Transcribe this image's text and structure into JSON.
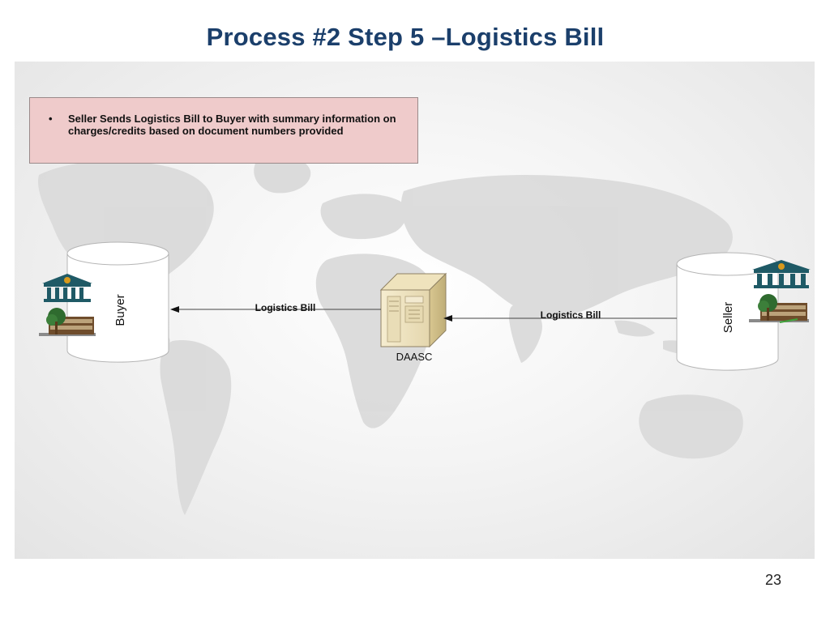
{
  "slide": {
    "title": "Process #2  Step 5 –Logistics Bill",
    "page_number": "23"
  },
  "note": {
    "bullet_text": "Seller Sends Logistics Bill to Buyer with summary information on charges/credits based on document numbers provided"
  },
  "diagram": {
    "buyer_label": "Buyer",
    "seller_label": "Seller",
    "hub_label": "DAASC",
    "left_flow_label": "Logistics Bill",
    "right_flow_label": "Logistics Bill"
  },
  "colors": {
    "title": "#1b3f6b",
    "note_fill": "#efcbcb",
    "bank_teal": "#1f5a66",
    "building_green": "#2f6b2f"
  },
  "icons": [
    "world-map",
    "bank-icon",
    "building-tree-icon",
    "server-icon",
    "arrow-left-icon"
  ]
}
